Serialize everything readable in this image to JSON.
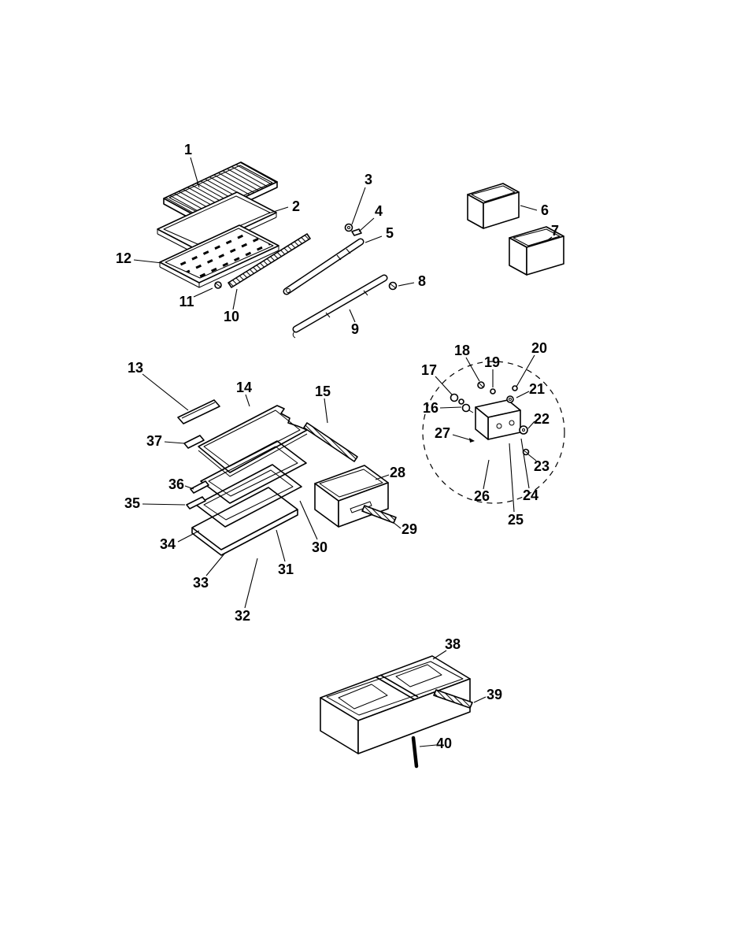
{
  "figure": {
    "kind": "exploded-parts-diagram"
  },
  "colors": {
    "ink": "#000000",
    "paper": "#ffffff"
  },
  "callouts": [
    "1",
    "2",
    "3",
    "4",
    "5",
    "6",
    "7",
    "8",
    "9",
    "10",
    "11",
    "12",
    "13",
    "14",
    "15",
    "16",
    "17",
    "18",
    "19",
    "20",
    "21",
    "22",
    "23",
    "24",
    "25",
    "26",
    "27",
    "28",
    "29",
    "30",
    "31",
    "32",
    "33",
    "34",
    "35",
    "36",
    "37",
    "38",
    "39",
    "40"
  ]
}
